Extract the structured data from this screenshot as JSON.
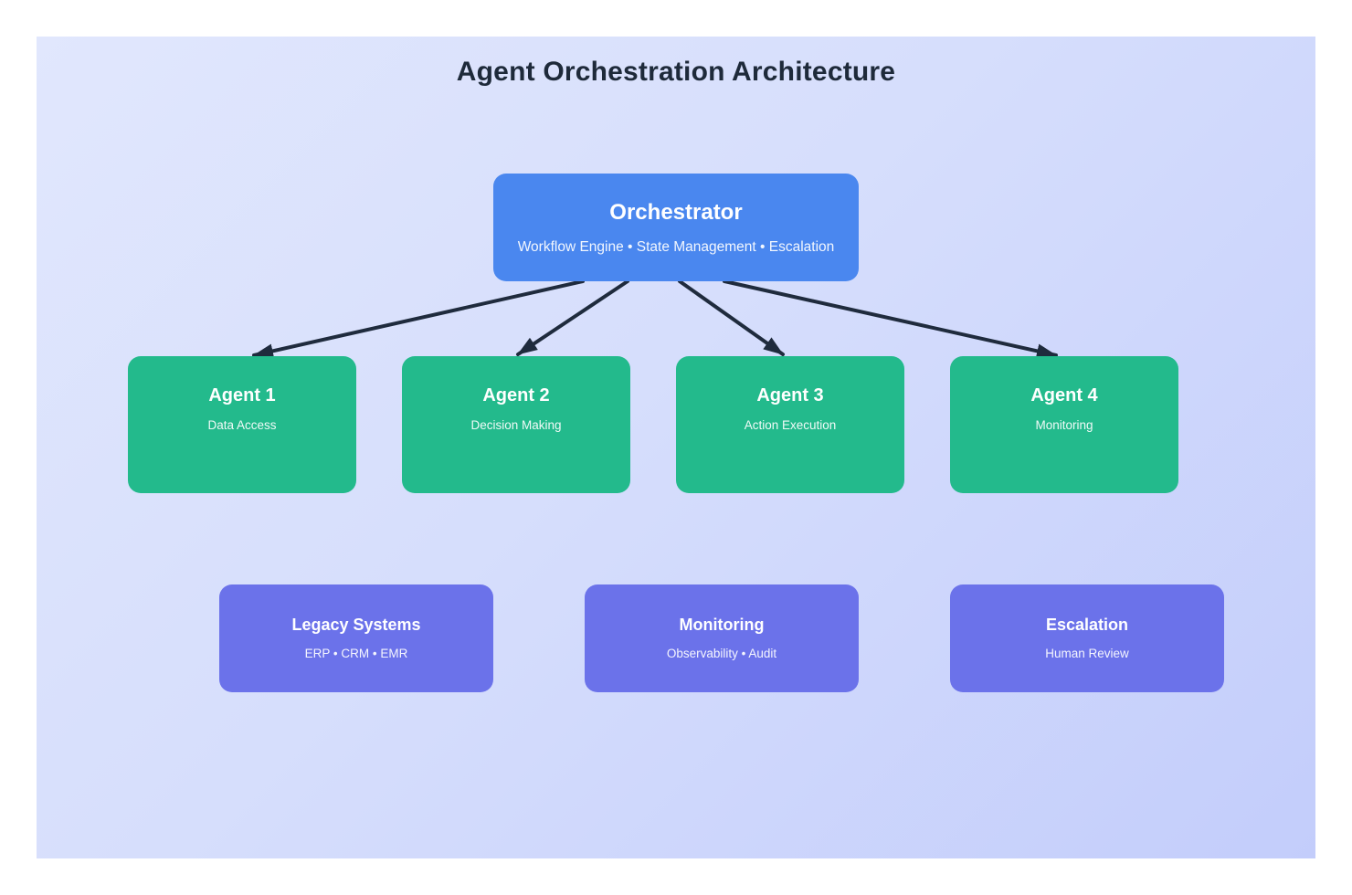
{
  "title": "Agent Orchestration Architecture",
  "orchestrator": {
    "title": "Orchestrator",
    "subtitle": "Workflow Engine • State Management • Escalation"
  },
  "agents": [
    {
      "title": "Agent 1",
      "subtitle": "Data Access"
    },
    {
      "title": "Agent 2",
      "subtitle": "Decision Making"
    },
    {
      "title": "Agent 3",
      "subtitle": "Action Execution"
    },
    {
      "title": "Agent 4",
      "subtitle": "Monitoring"
    }
  ],
  "systems": [
    {
      "title": "Legacy Systems",
      "subtitle": "ERP • CRM • EMR"
    },
    {
      "title": "Monitoring",
      "subtitle": "Observability • Audit"
    },
    {
      "title": "Escalation",
      "subtitle": "Human Review"
    }
  ],
  "colors": {
    "orchestrator_fill": "#4a87ef",
    "agent_fill": "#23ba8c",
    "system_fill": "#6b72ea",
    "arrow": "#1f2b3d",
    "title_text": "#1e2a3a",
    "canvas_bg_start": "#e1e7fd",
    "canvas_bg_end": "#c3cdfb"
  }
}
